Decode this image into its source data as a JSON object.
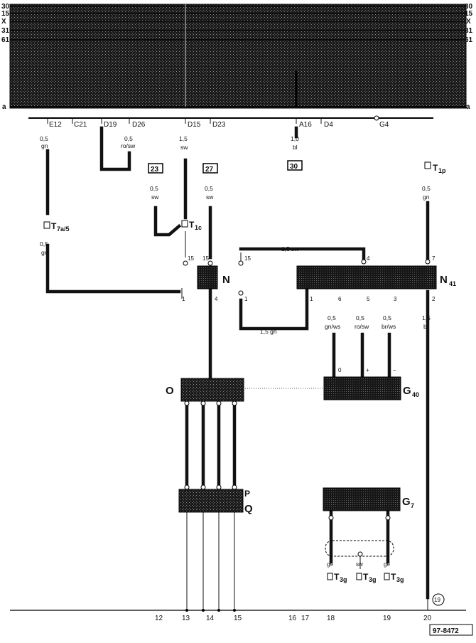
{
  "rails": {
    "left": [
      "30",
      "15",
      "X",
      "31",
      "61"
    ],
    "right": [
      "30",
      "15",
      "X",
      "31",
      "61"
    ],
    "bottom_left": "a",
    "bottom_right": "a"
  },
  "terminals": [
    "E12",
    "C21",
    "D19",
    "D26",
    "D15",
    "D23",
    "A16",
    "D4",
    "G4"
  ],
  "wire_specs": {
    "e12": [
      "0,5",
      "gn"
    ],
    "d26": [
      "0,5",
      "ro/sw"
    ],
    "d15": [
      "1,5",
      "sw"
    ],
    "a16": [
      "1,0",
      "bl"
    ],
    "ref23": [
      "0,5",
      "sw"
    ],
    "ref27": [
      "0,5",
      "sw"
    ],
    "t1p": [
      "0,5",
      "gn"
    ],
    "t7a": [
      "0,5",
      "gn"
    ],
    "bus_top": "1,5 sw",
    "bus_bottom": "1,5 gn",
    "n41_6": [
      "0,5",
      "gn/ws"
    ],
    "n41_5": [
      "0,5",
      "ro/sw"
    ],
    "n41_3": [
      "0,5",
      "br/ws"
    ],
    "n41_2": [
      "1,5",
      "br"
    ]
  },
  "refs": {
    "r30": "30",
    "r23": "23",
    "r27": "27",
    "r19": "19"
  },
  "connectors": {
    "t7a": [
      "T",
      "7a/5"
    ],
    "t1c": [
      "T",
      "1c"
    ],
    "t1p": [
      "T",
      "1p"
    ],
    "t3g": [
      "T",
      "3g"
    ]
  },
  "components": {
    "N": "N",
    "N41": [
      "N",
      "41"
    ],
    "O": "O",
    "G40": [
      "G",
      "40"
    ],
    "P": "P",
    "Q": "Q",
    "G7": [
      "G",
      "7"
    ]
  },
  "pins": {
    "n_15a": "15",
    "n_15b": "15",
    "n_1": "1",
    "n_4": "4",
    "bus_15": "15",
    "bus_1": "1",
    "n41_4": "4",
    "n41_7": "7",
    "n41_1": "1",
    "n41_6": "6",
    "n41_5": "5",
    "n41_3": "3",
    "n41_2": "2",
    "g40_0": "0",
    "g40_plus": "+",
    "g40_minus": "–"
  },
  "g7_wires": [
    "ge",
    "sw",
    "ge"
  ],
  "bottom_numbers": [
    "12",
    "13",
    "14",
    "15",
    "16",
    "17",
    "18",
    "19",
    "20"
  ],
  "doc_id": "97-8472"
}
